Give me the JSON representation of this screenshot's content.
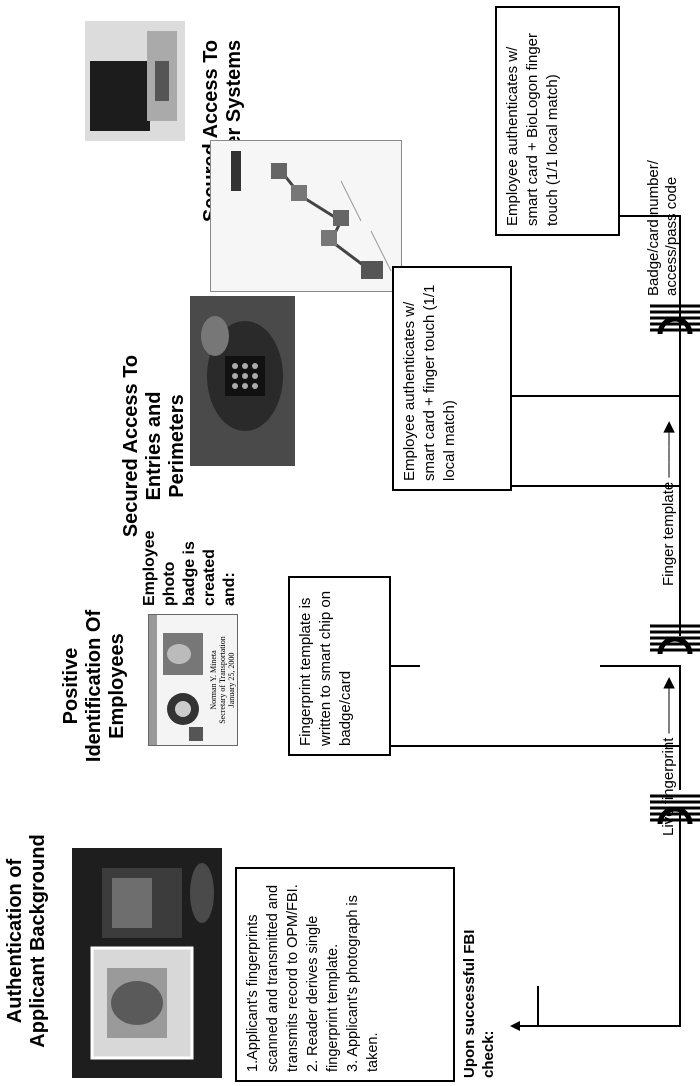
{
  "columns": {
    "authentication": {
      "title": "Authentication of Applicant Background"
    },
    "identification": {
      "title": "Positive Identification Of Employees",
      "badge_caption": "Employee photo badge is created and:"
    },
    "entries": {
      "title": "Secured Access To Entries and Perimeters"
    },
    "computer": {
      "title": "Secured Access To Computer Systems"
    }
  },
  "boxes": {
    "applicant_steps": "1.Applicant's fingerprints scanned and transmitted and transmits record to OPM/FBI.\n2. Reader derives single fingerprint template.\n3. Applicant's photograph is taken.",
    "template_written": "Fingerprint template is written to smart chip on badge/card",
    "entry_auth": "Employee authenticates w/ smart card + finger touch (1/1 local match)",
    "computer_auth": "Employee authenticates w/ smart card + BioLogon finger touch (1/1 local match)"
  },
  "fbi_note": "Upon successful FBI check:",
  "badge_card": {
    "name": "Norman Y. Mineta",
    "role": "Secretary of Transportation",
    "date": "January 25, 2000"
  },
  "flow_labels": {
    "live": "Live fingerprint",
    "template": "Finger template",
    "badge": "Badge/card number/ access/pass code"
  }
}
